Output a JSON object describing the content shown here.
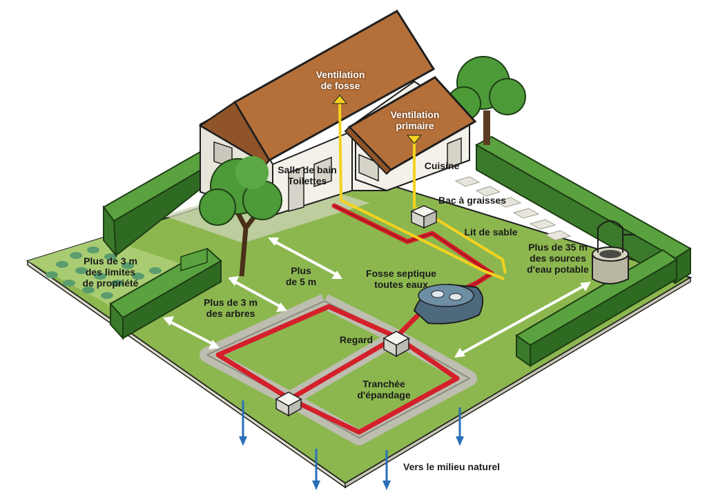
{
  "labels": {
    "ventilation_fosse": [
      "Ventilation",
      "de fosse"
    ],
    "ventilation_primaire": [
      "Ventilation",
      "primaire"
    ],
    "salle_de_bain": [
      "Salle de bain",
      "Toilettes"
    ],
    "cuisine": "Cuisine",
    "bac_graisses": "Bac à graisses",
    "lit_sable": "Lit de sable",
    "sources": [
      "Plus de 35 m",
      "des sources",
      "d'eau potable"
    ],
    "limites": [
      "Plus de 3 m",
      "des limites",
      "de propriété"
    ],
    "plus5": [
      "Plus",
      "de 5 m"
    ],
    "fosse": [
      "Fosse septique",
      "toutes eaux"
    ],
    "arbres": [
      "Plus de 3 m",
      "des arbres"
    ],
    "regard": "Regard",
    "tranchee": [
      "Tranchée",
      "d'épandage"
    ],
    "milieu": "Vers le milieu naturel"
  },
  "colors": {
    "lawn": "#8cb74f",
    "hedge": "#3f8a2e",
    "roof": "#b5703a",
    "wall": "#f1efe7",
    "pipe_red": "#d4202a",
    "vent_yellow": "#f4d21f",
    "water_arrow": "#2a6fb8",
    "tank": "#4d6a7d"
  }
}
